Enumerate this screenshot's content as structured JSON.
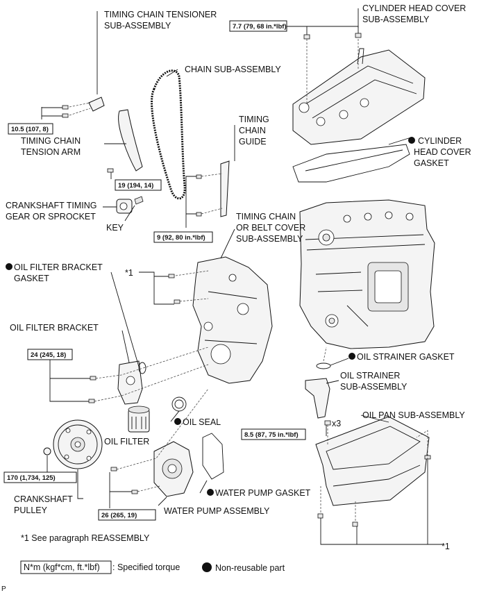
{
  "labels": {
    "tensioner_1": "TIMING CHAIN TENSIONER",
    "tensioner_2": "SUB-ASSEMBLY",
    "chain": "CHAIN SUB-ASSEMBLY",
    "head_cover_1": "CYLINDER HEAD COVER",
    "head_cover_2": "SUB-ASSEMBLY",
    "tension_arm_1": "TIMING CHAIN",
    "tension_arm_2": "TENSION ARM",
    "guide_1": "TIMING",
    "guide_2": "CHAIN",
    "guide_3": "GUIDE",
    "head_gasket_1": "CYLINDER",
    "head_gasket_2": "HEAD COVER",
    "head_gasket_3": "GASKET",
    "crank_gear_1": "CRANKSHAFT TIMING",
    "crank_gear_2": "GEAR OR SPROCKET",
    "key": "KEY",
    "chain_cover_1": "TIMING CHAIN",
    "chain_cover_2": "OR BELT COVER",
    "chain_cover_3": "SUB-ASSEMBLY",
    "bracket_gasket_1": "OIL FILTER BRACKET",
    "bracket_gasket_2": "GASKET",
    "ref1": "*1",
    "filter_bracket": "OIL FILTER BRACKET",
    "strainer_gasket": "OIL STRAINER GASKET",
    "strainer_1": "OIL STRAINER",
    "strainer_2": "SUB-ASSEMBLY",
    "oil_seal": "OIL SEAL",
    "oil_filter": "OIL FILTER",
    "x3": "x3",
    "oil_pan": "OIL PAN SUB-ASSEMBLY",
    "pulley_1": "CRANKSHAFT",
    "pulley_2": "PULLEY",
    "water_pump_gasket": "WATER PUMP GASKET",
    "water_pump": "WATER PUMP ASSEMBLY",
    "ref1_pan": "*1",
    "footnote": "*1 See paragraph REASSEMBLY",
    "legend_torque_box": "N*m (kgf*cm, ft.*lbf)",
    "legend_torque_text": ": Specified torque",
    "legend_nonreusable": "Non-reusable part",
    "corner": "P"
  },
  "torques": {
    "head_cover": "7.7 (79, 68 in.*lbf)",
    "tensioner": "10.5 (107, 8)",
    "tension_arm": "19 (194, 14)",
    "guide": "9 (92, 80 in.*lbf)",
    "bracket": "24 (245, 18)",
    "oil_pan": "8.5 (87, 75 in.*lbf)",
    "pulley": "170 (1,734, 125)",
    "water_pump": "26 (265, 19)"
  },
  "colors": {
    "line": "#111111",
    "background": "#ffffff",
    "part_fill": "#f4f4f4"
  }
}
